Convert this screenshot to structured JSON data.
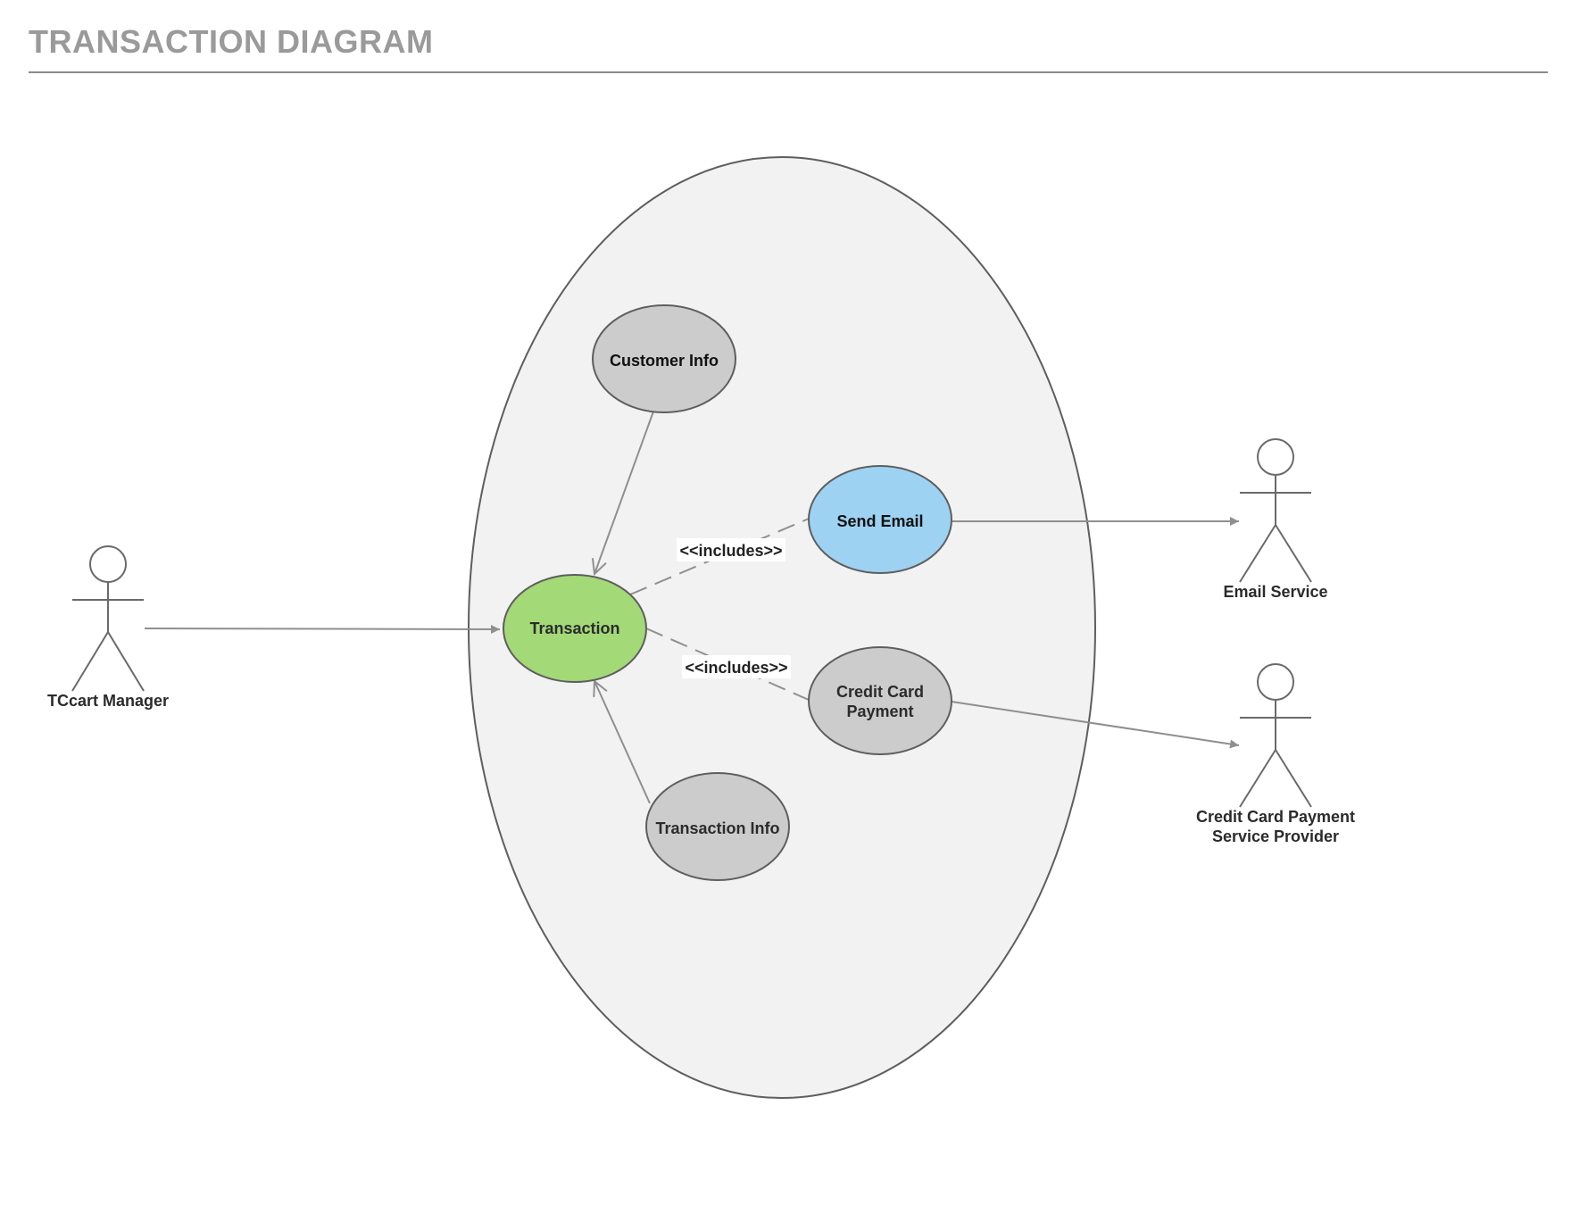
{
  "title": "TRANSACTION DIAGRAM",
  "actors": [
    {
      "id": "tccart-manager",
      "label": "TCcart Manager"
    },
    {
      "id": "email-service",
      "label": "Email Service"
    },
    {
      "id": "cc-provider",
      "label_lines": [
        "Credit Card Payment",
        "Service Provider"
      ]
    }
  ],
  "use_cases": [
    {
      "id": "customer-info",
      "label": "Customer Info",
      "color": "#cccccc"
    },
    {
      "id": "transaction",
      "label": "Transaction",
      "color": "#a3d977"
    },
    {
      "id": "send-email",
      "label": "Send Email",
      "color": "#9dd2f2"
    },
    {
      "id": "credit-card-payment",
      "label_lines": [
        "Credit Card",
        "Payment"
      ],
      "color": "#cccccc"
    },
    {
      "id": "transaction-info",
      "label": "Transaction Info",
      "color": "#cccccc"
    }
  ],
  "system_boundary": {
    "color": "#f2f2f2"
  },
  "relationships": [
    {
      "from": "tccart-manager",
      "to": "transaction",
      "type": "association"
    },
    {
      "from": "customer-info",
      "to": "transaction",
      "type": "association"
    },
    {
      "from": "transaction-info",
      "to": "transaction",
      "type": "association"
    },
    {
      "from": "transaction",
      "to": "send-email",
      "type": "include",
      "label": "<<includes>>"
    },
    {
      "from": "transaction",
      "to": "credit-card-payment",
      "type": "include",
      "label": "<<includes>>"
    },
    {
      "from": "send-email",
      "to": "email-service",
      "type": "association"
    },
    {
      "from": "credit-card-payment",
      "to": "cc-provider",
      "type": "association"
    }
  ]
}
